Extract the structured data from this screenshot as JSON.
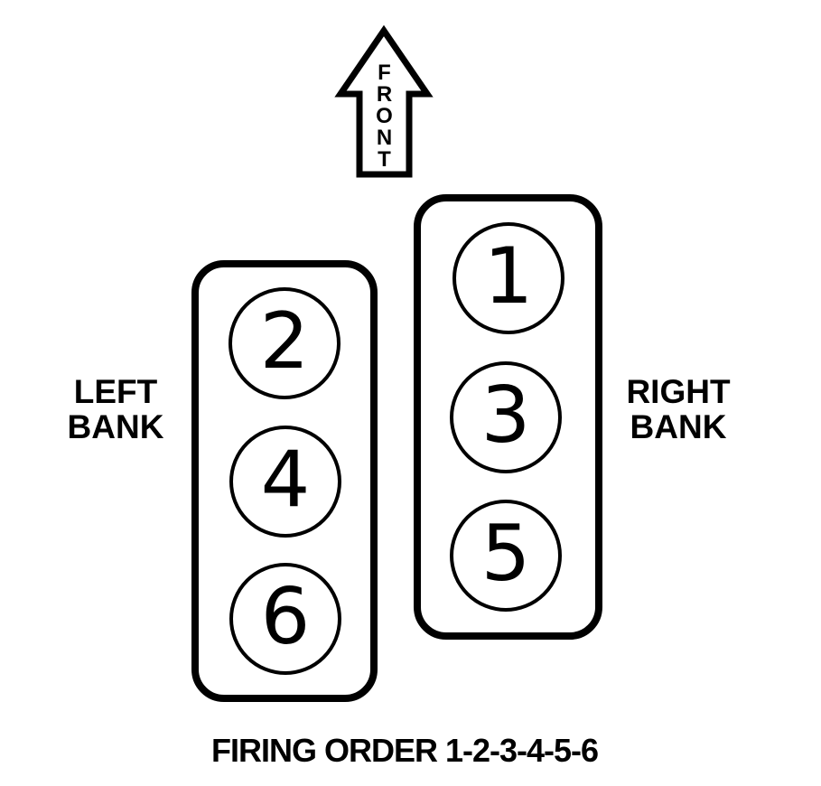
{
  "diagram": {
    "front_arrow": {
      "label": "FRONT"
    },
    "left_bank": {
      "title": [
        "LEFT",
        "BANK"
      ],
      "cylinders": [
        "2",
        "4",
        "6"
      ]
    },
    "right_bank": {
      "title": [
        "RIGHT",
        "BANK"
      ],
      "cylinders": [
        "1",
        "3",
        "5"
      ]
    },
    "caption": "FIRING ORDER 1-2-3-4-5-6",
    "colors": {
      "line": "#000000",
      "background": "#ffffff"
    }
  }
}
